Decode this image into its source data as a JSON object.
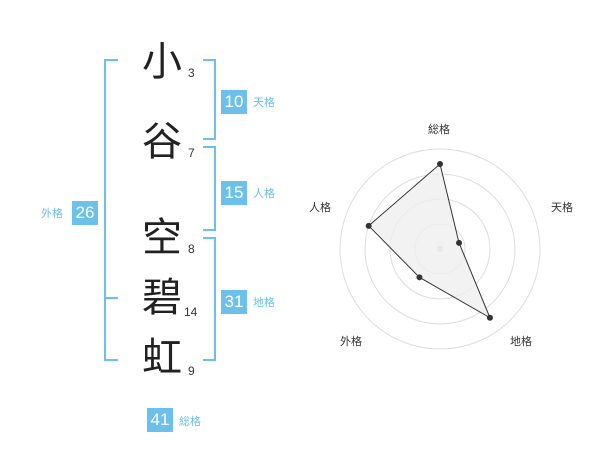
{
  "name_chars": [
    {
      "char": "小",
      "strokes": "3"
    },
    {
      "char": "谷",
      "strokes": "7"
    },
    {
      "char": "空",
      "strokes": "8"
    },
    {
      "char": "碧",
      "strokes": "14"
    },
    {
      "char": "虹",
      "strokes": "9"
    }
  ],
  "fortunes": {
    "tenkaku": {
      "value": "10",
      "label": "天格"
    },
    "jinkaku": {
      "value": "15",
      "label": "人格"
    },
    "chikaku": {
      "value": "31",
      "label": "地格"
    },
    "gaikaku": {
      "value": "26",
      "label": "外格"
    },
    "soukaku": {
      "value": "41",
      "label": "総格"
    }
  },
  "colors": {
    "accent": "#6cc0ea",
    "radar_fill": "#efefef",
    "radar_line": "#333333",
    "ring": "#dddddd"
  },
  "chart_data": {
    "type": "radar",
    "axes": [
      "総格",
      "天格",
      "地格",
      "外格",
      "人格"
    ],
    "values": [
      0.85,
      0.2,
      0.85,
      0.35,
      0.75
    ],
    "rings": 4
  }
}
